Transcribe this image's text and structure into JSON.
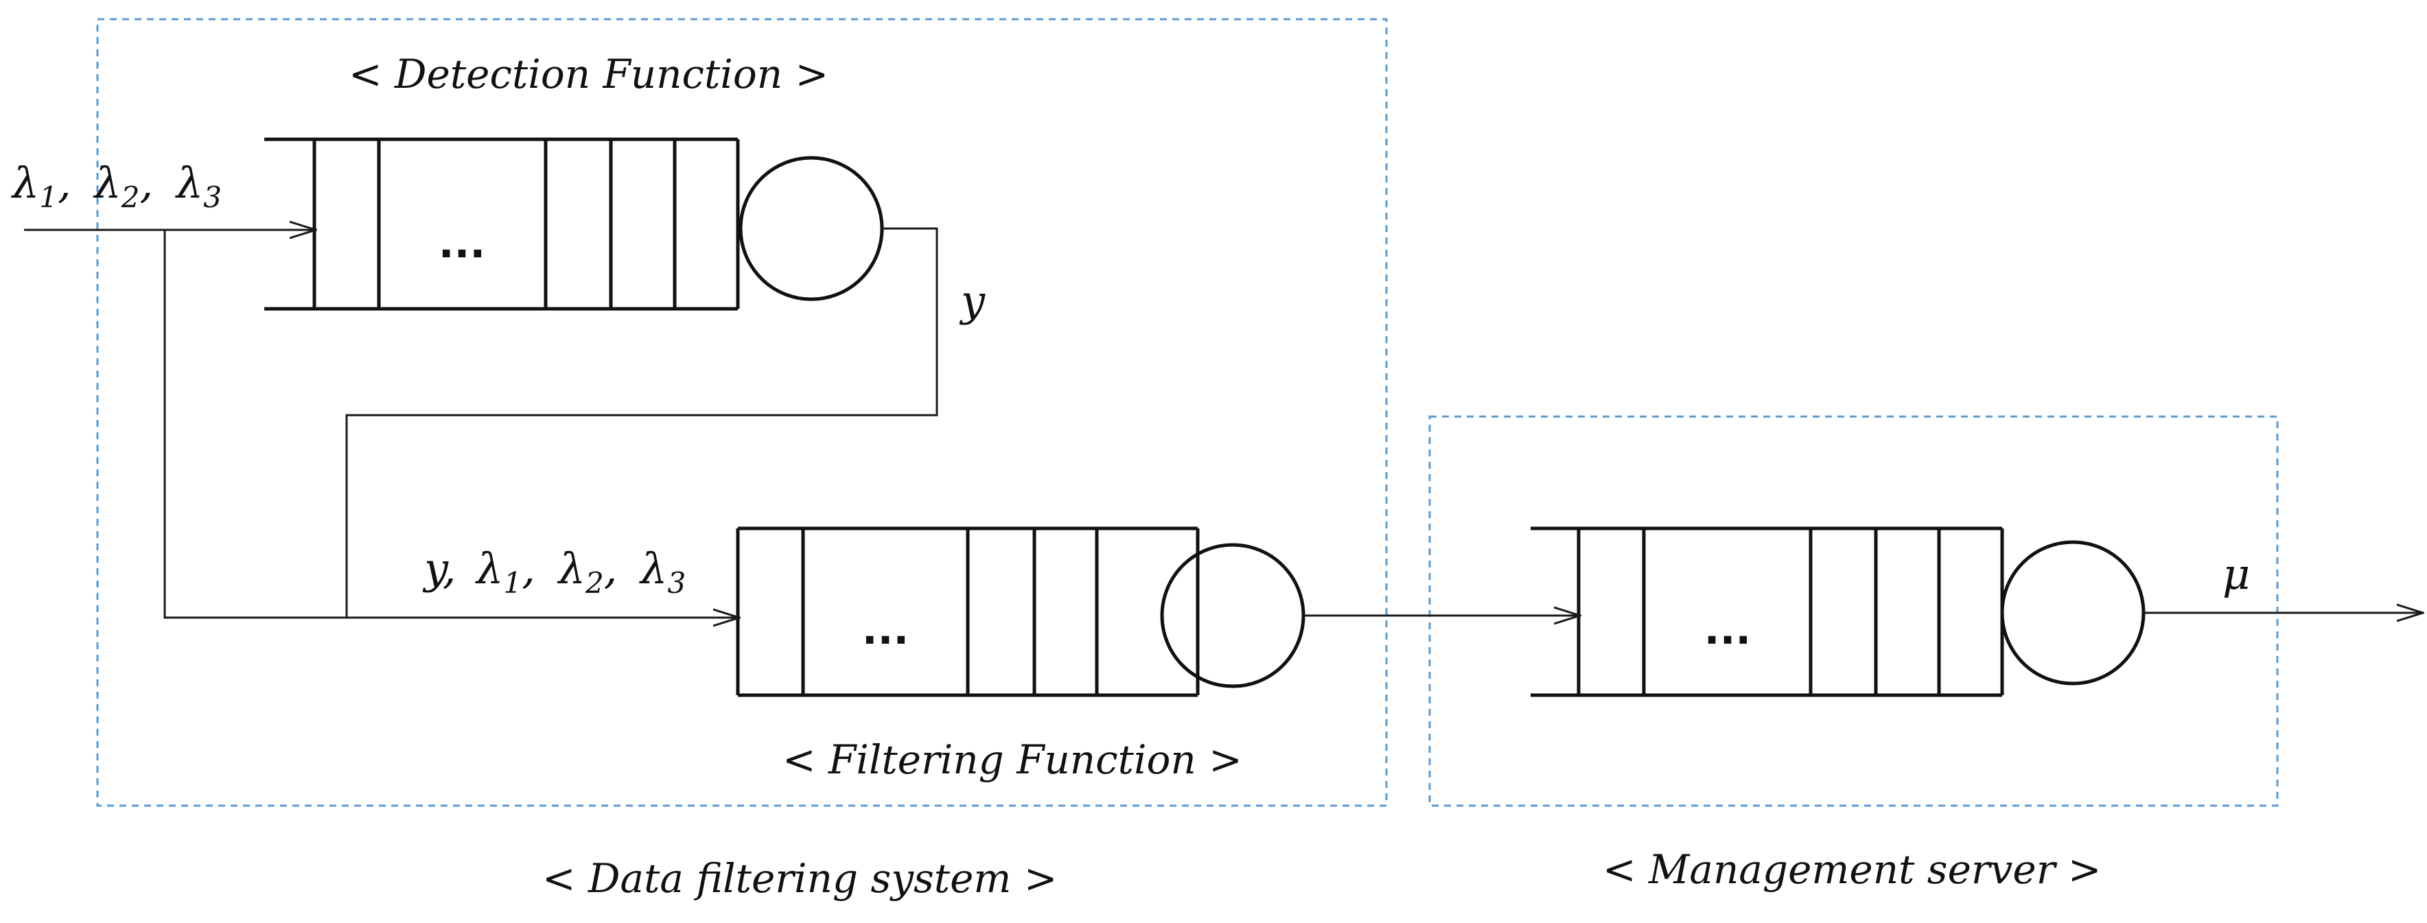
{
  "diagram": {
    "detection_label": "< Detection Function >",
    "filtering_label": "< Filtering Function >",
    "system_label": "< Data filtering system >",
    "server_label": "< Management server >",
    "queue_ellipsis": "...",
    "input_rates": {
      "lambda": "λ",
      "sub1": "1",
      "sub2": "2",
      "sub3": "3",
      "comma": ","
    },
    "detection_output": "y",
    "filtering_input_prefix": "y,",
    "service_rate": "μ"
  }
}
